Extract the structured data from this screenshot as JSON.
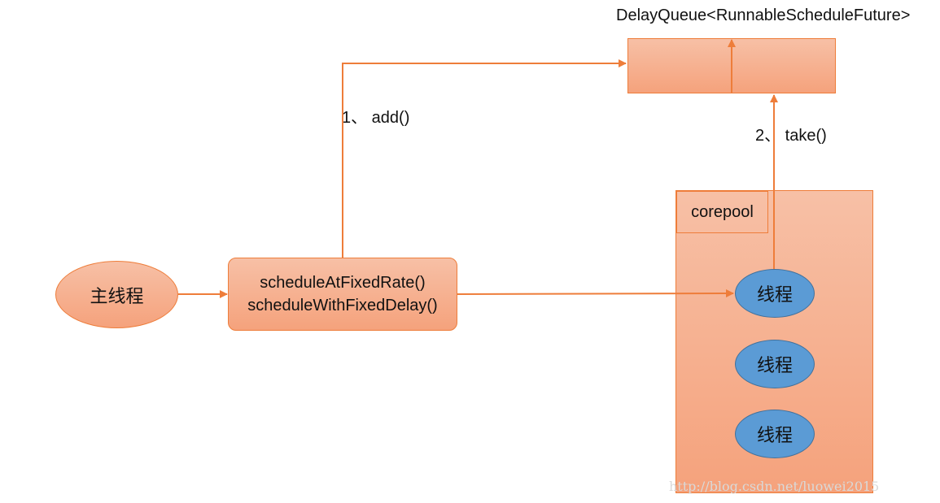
{
  "diagram": {
    "queue_label": "DelayQueue<RunnableScheduleFuture>",
    "add_label": "1、 add()",
    "take_label": "2、 take()",
    "main_thread": "主线程",
    "schedule_methods": [
      "scheduleAtFixedRate()",
      "scheduleWithFixedDelay()"
    ],
    "corepool_label": "corepool",
    "threads": [
      "线程",
      "线程",
      "线程"
    ],
    "watermark": "http://blog.csdn.net/luowei2015"
  },
  "colors": {
    "arrow": "#ee7d3a",
    "box_top": "#f7c0a6",
    "box_bottom": "#f5a27c",
    "thread_fill": "#5b9bd5",
    "thread_border": "#41719c"
  },
  "icons": [
    "arrow-head"
  ]
}
